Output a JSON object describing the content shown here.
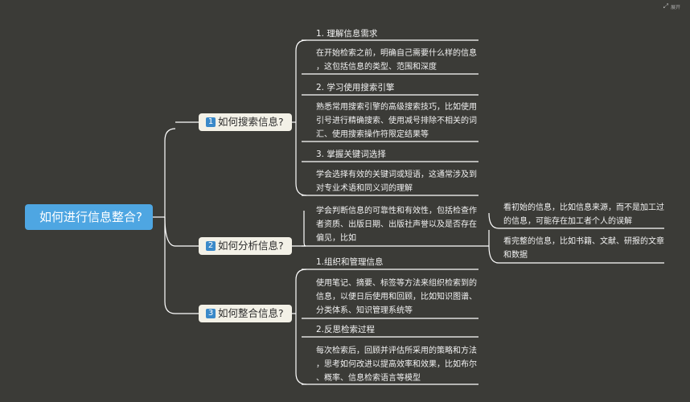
{
  "root": {
    "label": "如何进行信息整合?"
  },
  "topbar": {
    "icon": "expand-icon",
    "text": "展开"
  },
  "branches": [
    {
      "num": "1",
      "label": "如何搜索信息?",
      "children": [
        {
          "title": "1. 理解信息需求",
          "desc": [
            "在开始检索之前，明确自己需要什么样的信息",
            "，这包括信息的类型、范围和深度"
          ]
        },
        {
          "title": "2. 学习使用搜索引擎",
          "desc": [
            "熟悉常用搜索引擎的高级搜索技巧，比如使用",
            "引号进行精确搜索、使用减号排除不相关的词",
            "汇、使用搜索操作符限定结果等"
          ]
        },
        {
          "title": "3. 掌握关键词选择",
          "desc": [
            "学会选择有效的关键词或短语，这通常涉及到",
            "对专业术语和同义词的理解"
          ]
        }
      ]
    },
    {
      "num": "2",
      "label": "如何分析信息?",
      "desc": [
        "学会判断信息的可靠性和有效性，包括检查作",
        "者资质、出版日期、出版社声誉以及是否存在",
        "偏见，比如"
      ],
      "sub": [
        [
          "看初始的信息，比如信息来源，而不是加工过",
          "的信息，可能存在加工者个人的误解"
        ],
        [
          "看完整的信息，比如书籍、文献、研报的文章",
          "和数据"
        ]
      ]
    },
    {
      "num": "3",
      "label": "如何整合信息?",
      "children": [
        {
          "title": "1.组织和管理信息",
          "desc": [
            "使用笔记、摘要、标签等方法来组织检索到的",
            "信息，以便日后使用和回顾，比如知识图谱、",
            "分类体系、知识管理系统等"
          ]
        },
        {
          "title": "2.反思检索过程",
          "desc": [
            "每次检索后，回顾并评估所采用的策略和方法",
            "，思考如何改进以提高效率和效果，比如布尔",
            "、概率、信息检索语言等模型"
          ]
        }
      ]
    }
  ]
}
